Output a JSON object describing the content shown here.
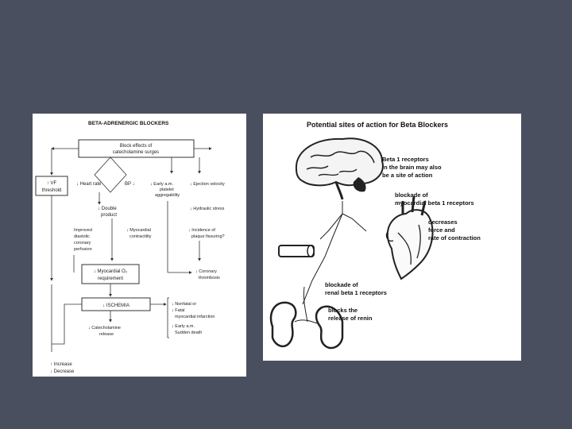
{
  "left_figure": {
    "title": "BETA-ADRENERGIC BLOCKERS",
    "top_box": [
      "Block effects of",
      "catecholamine surges"
    ],
    "vf_box": [
      "↑ VF",
      "threshold"
    ],
    "heart_rate": "↓ Heart rate",
    "bp": "BP ↓",
    "platelet": [
      "↓ Early a.m.",
      "platelet",
      "aggregability"
    ],
    "ejection": "↓ Ejection velocity",
    "double_product": [
      "↓ Double",
      "product"
    ],
    "hydraulic": "↓ Hydraulic stress",
    "improved": [
      "Improved",
      "diastolic",
      "coronary",
      "perfusion"
    ],
    "contractility": [
      "↓ Myocardial",
      "contractility"
    ],
    "plaque": [
      "↓ Incidence of",
      "plaque fissuring?"
    ],
    "o2_box": [
      "↓ Myocardial O₂",
      "requirement"
    ],
    "thrombosis": [
      "↓ Coronary",
      "thrombosis"
    ],
    "ischemia_box": "↓ ISCHEMIA",
    "outcomes": [
      "↓ Nonfatal or",
      "↓ Fatal",
      "myocardial infarction",
      "↓ Early a.m.",
      "Sudden death"
    ],
    "catecholamine": [
      "↓ Catecholamine",
      "release"
    ],
    "legend": [
      "↑ Increase",
      "↓ Decrease"
    ]
  },
  "right_figure": {
    "title": "Potential sites of action for Beta Blockers",
    "brain_label": [
      "Beta 1 receptors",
      "in the brain may also",
      "be a site of action"
    ],
    "myocardial_label": [
      "blockade of",
      "myocardial beta 1 receptors"
    ],
    "contraction_label": [
      "decreases",
      "force and",
      "rate of contraction"
    ],
    "renal_label": [
      "blockade of",
      "renal beta 1 receptors"
    ],
    "renin_label": [
      "blocks the",
      "release of renin"
    ]
  },
  "colors": {
    "background": "#4a4f60",
    "panel": "#ffffff",
    "ink": "#222222"
  }
}
